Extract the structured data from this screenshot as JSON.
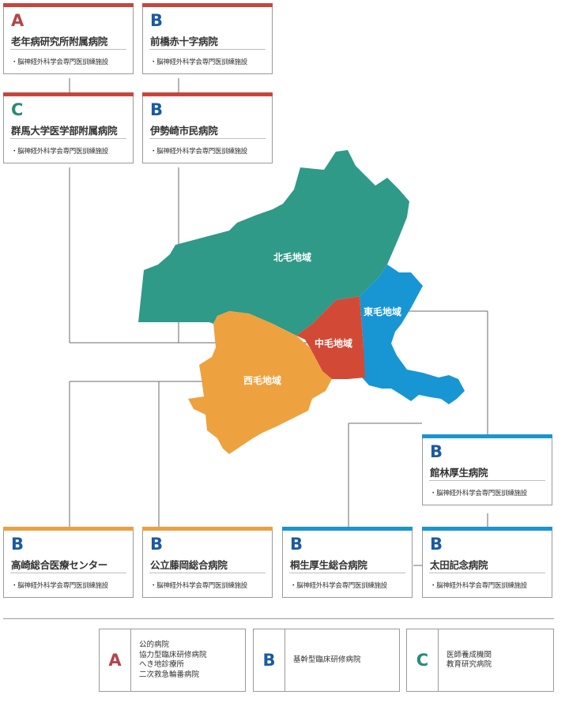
{
  "colors": {
    "A": "#b5434a",
    "B": "#1a5aa0",
    "C": "#2a8a78",
    "bar_red": "#c4473f",
    "bar_orange": "#eaa142",
    "bar_blue": "#1895d2",
    "north": "#2f9a87",
    "central": "#d24a35",
    "east": "#1796d3",
    "west": "#eda23f"
  },
  "regions": {
    "north": "北毛地域",
    "east": "東毛地域",
    "central": "中毛地域",
    "west": "西毛地域"
  },
  "hospitals": {
    "rojin": {
      "grade": "A",
      "name": "老年病研究所附属病院",
      "tag": "・脳神経外科学会専門医訓練施設"
    },
    "maebashi": {
      "grade": "B",
      "name": "前橋赤十字病院",
      "tag": "・脳神経外科学会専門医訓練施設"
    },
    "gunma_univ": {
      "grade": "C",
      "name": "群馬大学医学部附属病院",
      "tag": "・脳神経外科学会専門医訓練施設"
    },
    "isesaki": {
      "grade": "B",
      "name": "伊勢崎市民病院",
      "tag": "・脳神経外科学会専門医訓練施設"
    },
    "tatebayashi": {
      "grade": "B",
      "name": "館林厚生病院",
      "tag": "・脳神経外科学会専門医訓練施設"
    },
    "takasaki": {
      "grade": "B",
      "name": "高崎総合医療センター",
      "tag": "・脳神経外科学会専門医訓練施設"
    },
    "fujioka": {
      "grade": "B",
      "name": "公立藤岡総合病院",
      "tag": "・脳神経外科学会専門医訓練施設"
    },
    "kiryu": {
      "grade": "B",
      "name": "桐生厚生総合病院",
      "tag": "・脳神経外科学会専門医訓練施設"
    },
    "ota": {
      "grade": "B",
      "name": "太田記念病院",
      "tag": "・脳神経外科学会専門医訓練施設"
    }
  },
  "legend": {
    "A": {
      "grade": "A",
      "lines": [
        "公的病院",
        "協力型臨床研修病院",
        "へき地診療所",
        "二次救急輪番病院"
      ]
    },
    "B": {
      "grade": "B",
      "lines": [
        "基幹型臨床研修病院"
      ]
    },
    "C": {
      "grade": "C",
      "lines": [
        "医師養成機関",
        "教育研究病院"
      ]
    }
  }
}
